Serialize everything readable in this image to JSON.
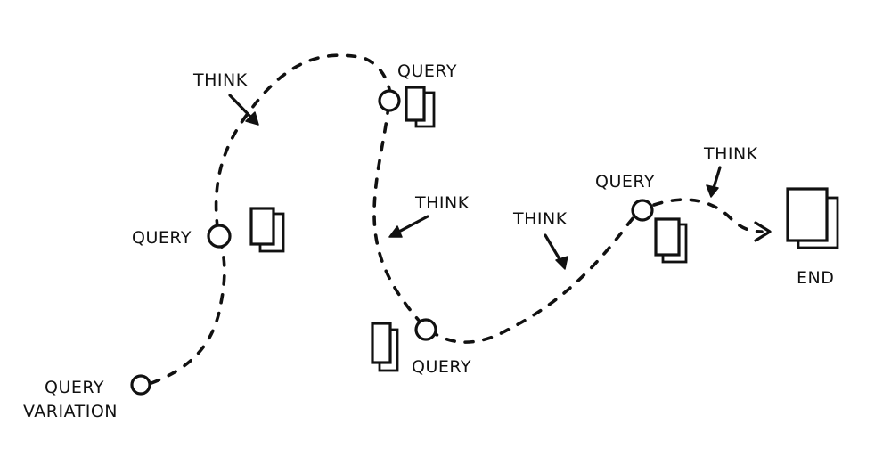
{
  "labels": {
    "start": [
      "QUERY",
      "VARIATION"
    ],
    "query_left": "QUERY",
    "query_top": "QUERY",
    "query_bottom": "QUERY",
    "query_right": "QUERY",
    "think_top_left": "THINK",
    "think_middle": "THINK",
    "think_lower_right": "THINK",
    "think_far_right": "THINK",
    "end": "END"
  },
  "colors": {
    "ink": "#111111",
    "background": "#ffffff"
  }
}
